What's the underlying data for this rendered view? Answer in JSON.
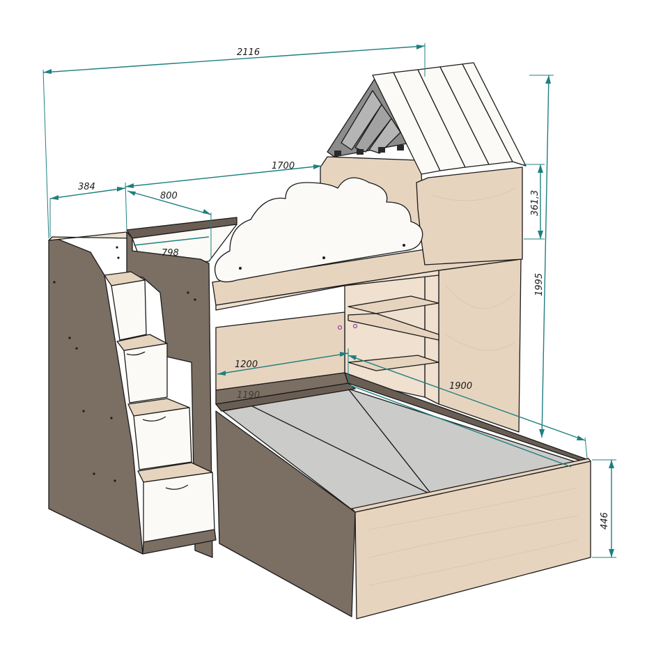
{
  "dimensions": {
    "overall_width": "2116",
    "stair_width": "384",
    "upper_length": "1700",
    "upper_depth": "800",
    "upper_inner": "798",
    "roof_height": "361,3",
    "overall_height": "1995",
    "lower_width": "1200",
    "lower_width_hidden": "1190",
    "lower_length": "1900",
    "lower_height": "446"
  },
  "colors": {
    "dim_line": "#1f7f7f",
    "dark_wood": "#7b6e63",
    "light_wood": "#e7d4bf",
    "white_panel": "#fbfaf6",
    "mattress_gray": "#cbcbc9"
  }
}
